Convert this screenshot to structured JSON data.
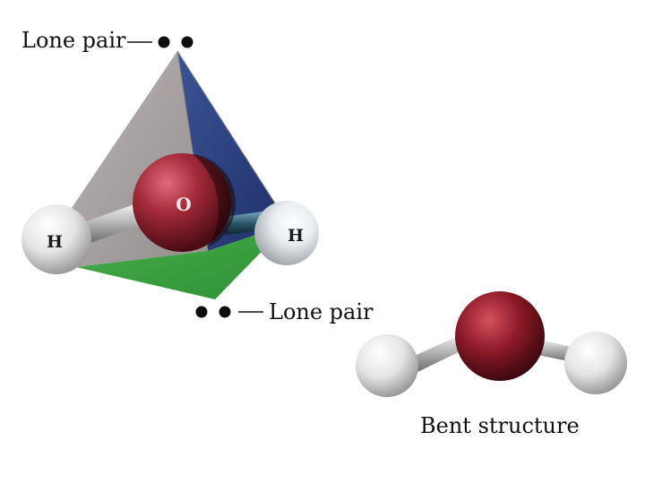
{
  "lone_pair_top": "Lone pair",
  "lone_pair_bottom": "Lone pair",
  "oxygen_symbol": "O",
  "hydrogen_left_symbol": "H",
  "hydrogen_right_symbol": "H",
  "bent_caption": "Bent structure",
  "colors": {
    "oxygen": "#9c2431",
    "hydrogen": "#e6e6e6",
    "face_gray": "#a9a3a3",
    "face_blue": "#2f4686",
    "face_green": "#3aa33e",
    "bond": "#b5b5b5",
    "background": "#ffffff"
  }
}
